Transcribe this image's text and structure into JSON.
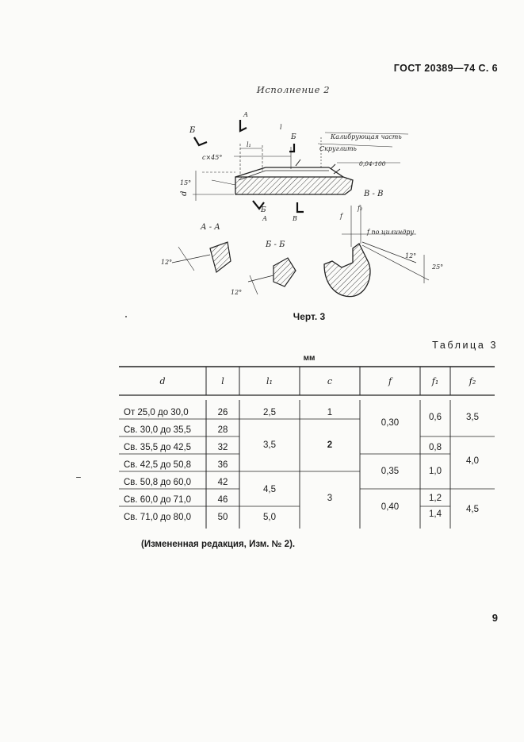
{
  "header": {
    "standard": "ГОСТ 20389—74 С. 6"
  },
  "drawing": {
    "title": "Исполнение 2",
    "caption": "Черт. 3",
    "labels": {
      "cut_b": "Б",
      "cut_a": "А",
      "cut_v": "В",
      "chamfer": "с×45°",
      "angle_15": "15°",
      "dim_d": "d",
      "dim_l1": "l₁",
      "dim_l": "l",
      "calibrating": "Калибрующая часть",
      "round": "Скруглить",
      "tolerance": "0,04-100",
      "section_aa": "А - А",
      "section_bb": "Б - Б",
      "section_vv": "В - В",
      "angle_12_a": "12°",
      "angle_12_b": "12°",
      "angle_12_c": "12°",
      "angle_25": "25°",
      "dim_f": "f",
      "dim_f2": "f₂",
      "by_cylinder": "f по цилиндру"
    }
  },
  "table": {
    "title": "Таблица 3",
    "units": "мм",
    "headers": {
      "d": "d",
      "l": "l",
      "l1": "l₁",
      "c": "c",
      "f": "f",
      "f1": "f₁",
      "f2": "f₂"
    },
    "d_rows": [
      "От 25,0 до 30,0",
      "Св. 30,0 до 35,5",
      "Св. 35,5 до 42,5",
      "Св. 42,5 до 50,8",
      "Св. 50,8 до 60,0",
      "Св. 60,0 до 71,0",
      "Св. 71,0 до 80,0"
    ],
    "l_rows": [
      "26",
      "28",
      "32",
      "36",
      "42",
      "46",
      "50"
    ],
    "l1_values": [
      "2,5",
      "3,5",
      "4,5",
      "5,0"
    ],
    "c_values": [
      "1",
      "2",
      "3"
    ],
    "f_values": [
      "0,30",
      "0,35",
      "0,40"
    ],
    "f1_values": [
      "0,6",
      "0,8",
      "1,0",
      "1,2",
      "1,4"
    ],
    "f2_values": [
      "3,5",
      "4,0",
      "4,5"
    ]
  },
  "note": "(Измененная редакция, Изм. № 2).",
  "page_number": "9"
}
